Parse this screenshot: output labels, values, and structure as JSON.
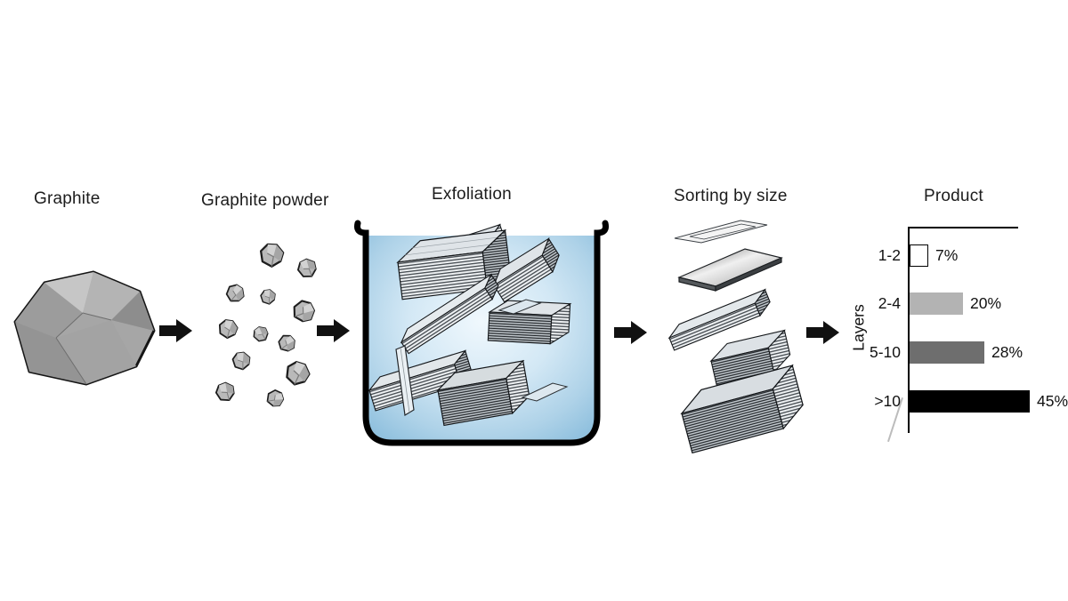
{
  "steps": [
    {
      "id": "graphite",
      "label": "Graphite"
    },
    {
      "id": "powder",
      "label": "Graphite powder"
    },
    {
      "id": "exfoliation",
      "label": "Exfoliation"
    },
    {
      "id": "sorting",
      "label": "Sorting by size"
    },
    {
      "id": "product",
      "label": "Product"
    }
  ],
  "chart_data": {
    "type": "bar",
    "orientation": "horizontal",
    "title": "Product",
    "ylabel": "Layers",
    "categories": [
      "1-2",
      "2-4",
      "5-10",
      ">10"
    ],
    "values": [
      7,
      20,
      28,
      45
    ],
    "value_labels": [
      "7%",
      "20%",
      "28%",
      "45%"
    ],
    "bar_colors": [
      "#ffffff",
      "#b3b3b3",
      "#6e6e6e",
      "#000000"
    ],
    "unit": "%",
    "xlim": [
      0,
      50
    ],
    "grid": false,
    "legend": false
  },
  "colors": {
    "arrow": "#111111",
    "beaker_outline": "#000000",
    "liquid_center": "#f0f8fd",
    "liquid_edge": "#8fc0de",
    "rock": "#a6a6a6"
  }
}
